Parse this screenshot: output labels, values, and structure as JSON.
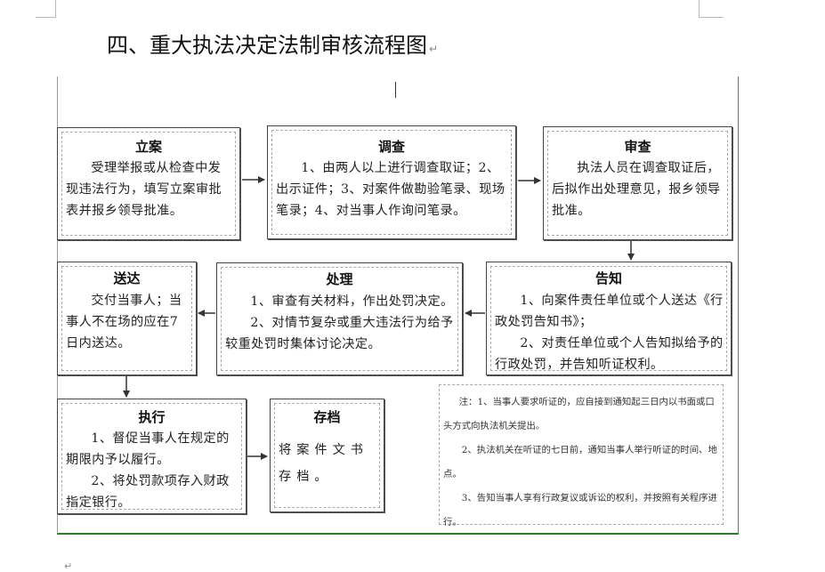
{
  "document": {
    "title": "四、重大执法决定法制审核流程图",
    "paragraph_mark": "↵"
  },
  "boxes": {
    "filing": {
      "title": "立案",
      "body": [
        "受理举报或从检查中发现违法行为，填写立案审批表并报乡领导批准。"
      ]
    },
    "investigation": {
      "title": "调查",
      "body": [
        "1、由两人以上进行调查取证；2、出示证件；3、对案件做勘验笔录、现场笔录；4、对当事人作询问笔录。"
      ]
    },
    "review": {
      "title": "审查",
      "body": [
        "执法人员在调查取证后，后拟作出处理意见，报乡领导批准。"
      ]
    },
    "notification": {
      "title": "告知",
      "body": [
        "1、向案件责任单位或个人送达《行政处罚告知书》；",
        "2、对责任单位或个人告知拟给予的行政处罚，并告知听证权利。"
      ]
    },
    "handling": {
      "title": "处理",
      "body": [
        "1、审查有关材料，作出处罚决定。",
        "2、对情节复杂或重大违法行为给予较重处罚时集体讨论决定。"
      ]
    },
    "delivery": {
      "title": "送达",
      "body": [
        "交付当事人；当事人不在场的应在7日内送达。"
      ]
    },
    "execution": {
      "title": "执行",
      "body": [
        "1、督促当事人在规定的期限内予以履行。",
        "2、将处罚款项存入财政指定银行。"
      ]
    },
    "archive": {
      "title": "存档",
      "body": [
        "将案件文书存档。"
      ]
    }
  },
  "note": {
    "lines": [
      "注：1、当事人要求听证的，应自接到通知起三日内以书面或口头方式向执法机关提出。",
      "2、执法机关在听证的七日前，通知当事人举行听证的时间、地点。",
      "3、告知当事人享有行政复议或诉讼的权利，并按照有关程序进行。"
    ]
  }
}
